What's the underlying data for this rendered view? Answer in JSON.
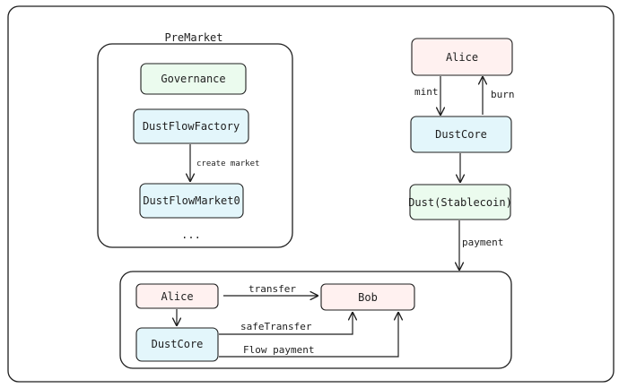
{
  "premarket": {
    "title": "PreMarket",
    "governance": "Governance",
    "factory": "DustFlowFactory",
    "market": "DustFlowMarket0",
    "more": "...",
    "create_edge": "create market"
  },
  "mint_section": {
    "alice": "Alice",
    "core": "DustCore",
    "stablecoin": "Dust(Stablecoin)",
    "mint_edge": "mint",
    "burn_edge": "burn",
    "payment_edge": "payment"
  },
  "transfer_section": {
    "alice": "Alice",
    "bob": "Bob",
    "core": "DustCore",
    "transfer_edge": "transfer",
    "safe_transfer_edge": "safeTransfer",
    "flow_payment_edge": "Flow payment"
  },
  "colors": {
    "green_fill": "#ebfbee",
    "blue_fill": "#e3f6fb",
    "pink_fill": "#fff1f0",
    "stroke": "#1e1e1e"
  }
}
